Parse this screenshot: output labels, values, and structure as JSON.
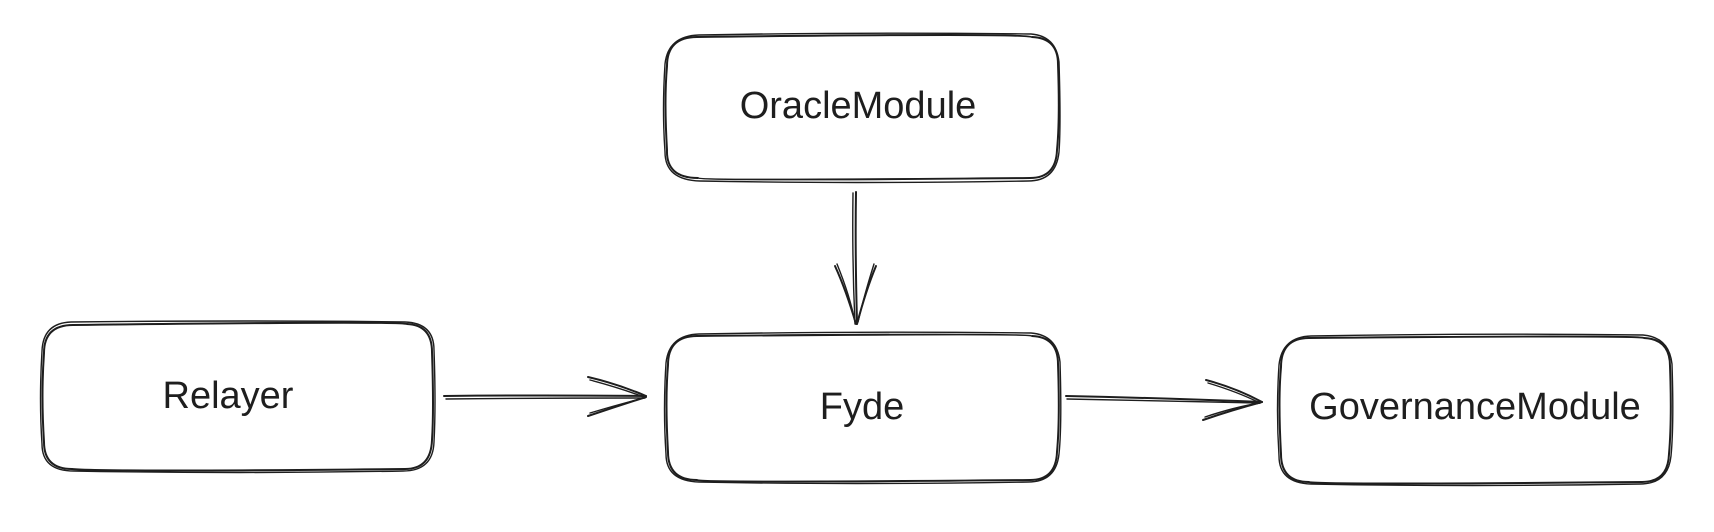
{
  "diagram": {
    "nodes": {
      "oracle": {
        "label": "OracleModule"
      },
      "relayer": {
        "label": "Relayer"
      },
      "fyde": {
        "label": "Fyde"
      },
      "governance": {
        "label": "GovernanceModule"
      }
    },
    "edges": [
      {
        "from": "OracleModule",
        "to": "Fyde"
      },
      {
        "from": "Relayer",
        "to": "Fyde"
      },
      {
        "from": "Fyde",
        "to": "GovernanceModule"
      }
    ],
    "stroke_color": "#1e1e1e",
    "background_color": "#ffffff"
  }
}
